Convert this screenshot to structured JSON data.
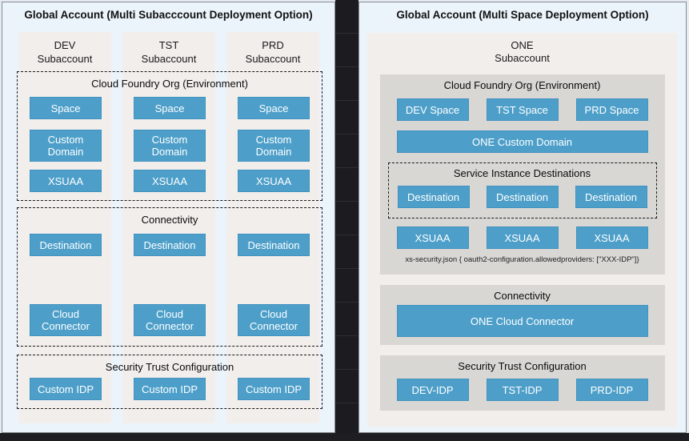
{
  "left_panel": {
    "title": "Global Account (Multi Subacccount Deployment Option)",
    "subaccounts": [
      {
        "line1": "DEV",
        "line2": "Subaccount"
      },
      {
        "line1": "TST",
        "line2": "Subaccount"
      },
      {
        "line1": "PRD",
        "line2": "Subaccount"
      }
    ],
    "cloud_foundry_section": {
      "title": "Cloud Foundry Org (Environment)",
      "space_label": "Space",
      "custom_domain_label": "Custom Domain",
      "xsuaa_label": "XSUAA"
    },
    "connectivity_section": {
      "title": "Connectivity",
      "destination_label": "Destination",
      "cloud_connector_label": "Cloud Connector"
    },
    "security_section": {
      "title": "Security Trust Configuration",
      "custom_idp_label": "Custom IDP"
    }
  },
  "right_panel": {
    "title": "Global Account (Multi Space Deployment Option)",
    "subaccount": {
      "line1": "ONE",
      "line2": "Subaccount"
    },
    "cloud_foundry_section": {
      "title": "Cloud Foundry Org (Environment)",
      "spaces": [
        "DEV Space",
        "TST Space",
        "PRD Space"
      ],
      "custom_domain": "ONE Custom Domain",
      "service_instance_destinations": {
        "title": "Service Instance Destinations",
        "destinations": [
          "Destination",
          "Destination",
          "Destination"
        ]
      },
      "xsuaa": [
        "XSUAA",
        "XSUAA",
        "XSUAA"
      ],
      "xs_security_note": "xs-security.json { oauth2-configuration.allowedproviders: [\"XXX-IDP\"]}"
    },
    "connectivity_section": {
      "title": "Connectivity",
      "cloud_connector": "ONE Cloud Connector"
    },
    "security_section": {
      "title": "Security Trust Configuration",
      "idps": [
        "DEV-IDP",
        "TST-IDP",
        "PRD-IDP"
      ]
    }
  },
  "colors": {
    "accent_blue": "#4d9fc9",
    "blue_box_border": "#4292bf",
    "light_gray_band": "#f1eeeb",
    "section_gray": "#d9d7d4",
    "panel_background": "#ecf4fb",
    "divider": "#1c1b20"
  }
}
